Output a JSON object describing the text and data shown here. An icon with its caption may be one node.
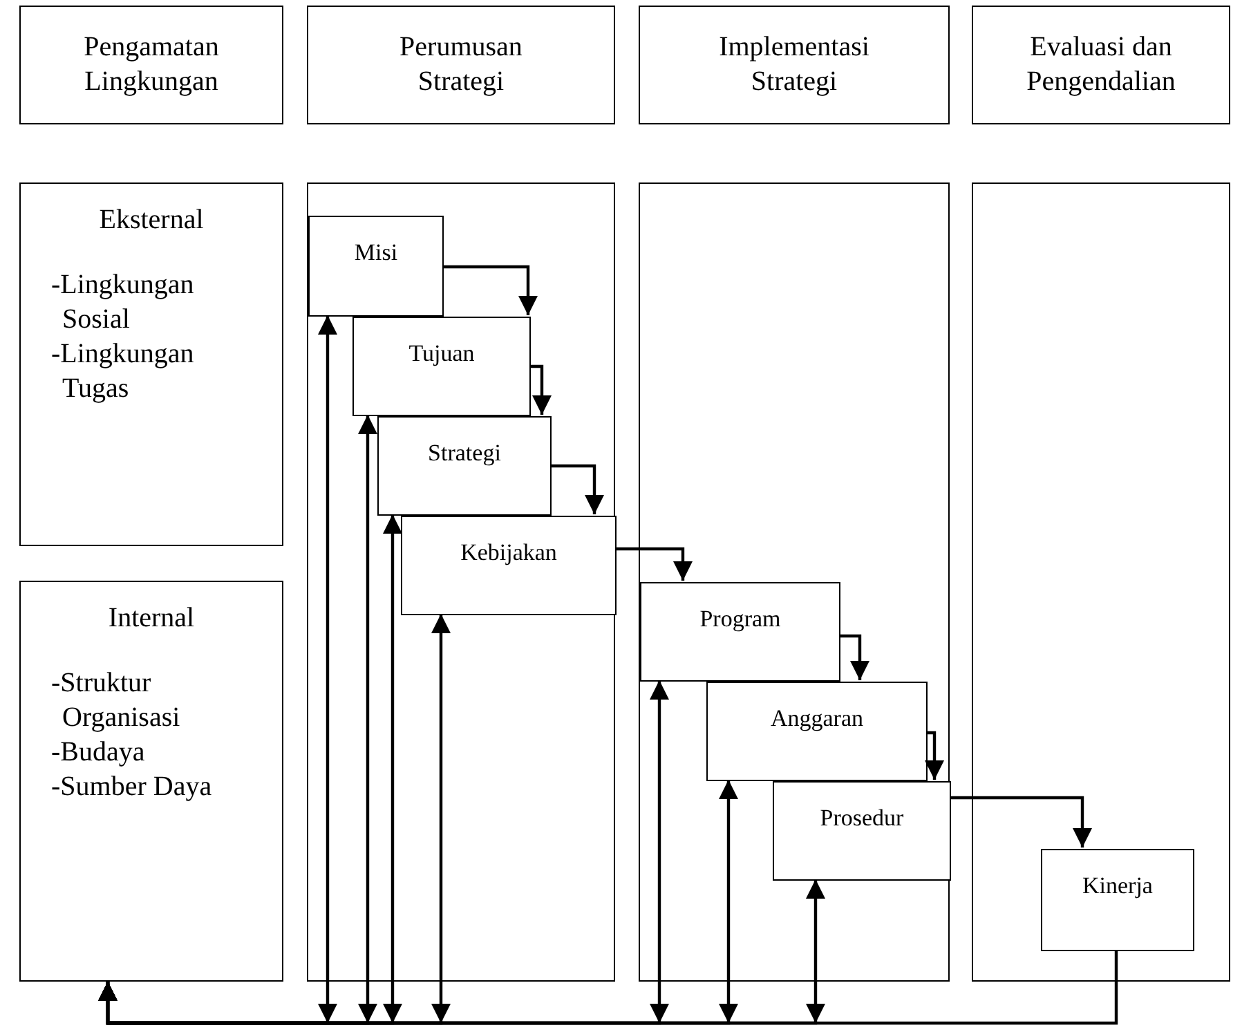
{
  "diagram": {
    "nodes": [
      {
        "text": [
          "Pengamatan Lingkungan"
        ]
      },
      {
        "text": [
          "Perumusan Strategi"
        ]
      },
      {
        "text": [
          "Implementasi Strategi"
        ]
      },
      {
        "text": [
          "Evaluasi dan Pengendalian"
        ]
      },
      {
        "text": [
          "Eksternal",
          "-Lingkungan Sosial",
          "-Lingkungan Tugas"
        ]
      },
      {
        "text": [],
        "shape": "box"
      },
      {
        "text": [],
        "shape": "box"
      },
      {
        "text": [],
        "shape": "box"
      },
      {
        "text": [
          "Misi"
        ],
        "in": 5
      },
      {
        "text": [
          "Tujuan"
        ],
        "in": 5
      },
      {
        "text": [
          "Strategi"
        ],
        "in": 5
      },
      {
        "text": [
          "Kebijakan"
        ],
        "in": 5
      },
      {
        "text": [
          "Internal",
          "-Struktur Organisasi",
          "-Budaya",
          "-Sumber Daya"
        ]
      },
      {
        "text": [
          "Program"
        ],
        "in": 6
      },
      {
        "text": [
          "Anggaran"
        ],
        "in": 6
      },
      {
        "text": [
          "Prosedur"
        ],
        "in": 6
      },
      {
        "text": [
          "Kinerja"
        ],
        "in": 7
      }
    ],
    "edges": [
      {
        "from": 8,
        "to": 9,
        "arrow": "to"
      },
      {
        "from": 9,
        "to": 10,
        "arrow": "to"
      },
      {
        "from": 10,
        "to": 11,
        "arrow": "to"
      },
      {
        "from": 11,
        "to": 13,
        "arrow": "to"
      },
      {
        "from": 13,
        "to": 14,
        "arrow": "to"
      },
      {
        "from": 14,
        "to": 15,
        "arrow": "to"
      },
      {
        "from": 15,
        "to": 16,
        "arrow": "to"
      },
      {
        "from": 16,
        "to": 12,
        "arrow": "to"
      },
      {
        "from": 8,
        "to": 12,
        "arrow": "both"
      },
      {
        "from": 9,
        "to": 12,
        "arrow": "both"
      },
      {
        "from": 10,
        "to": 12,
        "arrow": "both"
      },
      {
        "from": 11,
        "to": 12,
        "arrow": "both"
      },
      {
        "from": 13,
        "to": 12,
        "arrow": "both"
      },
      {
        "from": 14,
        "to": 12,
        "arrow": "both"
      },
      {
        "from": 15,
        "to": 12,
        "arrow": "both"
      }
    ]
  }
}
